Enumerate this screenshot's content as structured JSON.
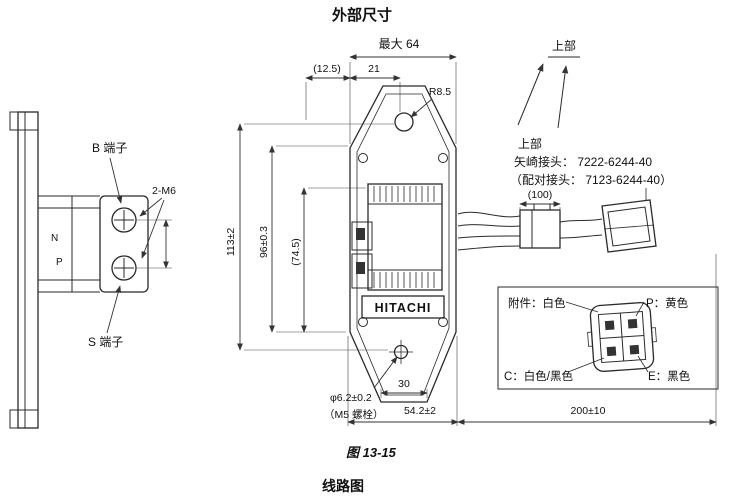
{
  "page": {
    "title": "外部尺寸",
    "figure_label": "图 13-15",
    "section_label": "线路图"
  },
  "dimensions": {
    "max_width": "最大  64",
    "d12_5": "(12.5)",
    "d21": "21",
    "r8_5": "R8.5",
    "d113": "113±2",
    "d96": "96±0.3",
    "d74_5": "(74.5)",
    "d30": "30",
    "d54": "54.2±2",
    "d200": "200±10",
    "d100": "(100)",
    "phi": "φ6.2±0.2",
    "m5": "（M5 螺栓）"
  },
  "side_view": {
    "b_terminal": "B 端子",
    "s_terminal": "S 端子",
    "bolt_spec": "2-M6",
    "mark_n": "N",
    "mark_p": "P"
  },
  "front_view": {
    "brand": "HITACHI"
  },
  "harness": {
    "upper_top": "上部",
    "upper_mid": "上部",
    "connector": "矢崎接头：  7222-6244-40",
    "mating_connector": "（配对接头：  7123-6244-40）"
  },
  "pinout": {
    "accessory": "附件：白色",
    "p": "P：黄色",
    "c": "C：白色/黑色",
    "e": "E：黑色"
  }
}
